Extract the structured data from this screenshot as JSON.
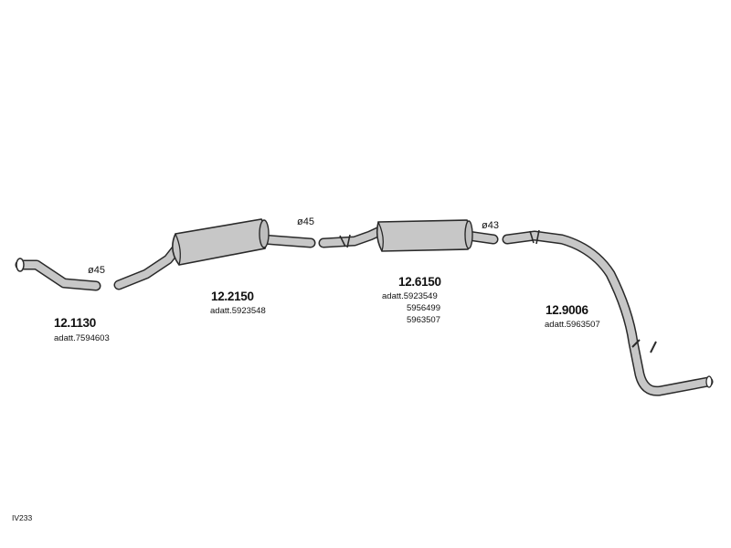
{
  "colors": {
    "part_fill": "#c7c7c7",
    "outline": "#2a2a2a",
    "text": "#111111"
  },
  "parts": [
    {
      "code": "12.1130",
      "notes": [
        "adatt.7594603"
      ],
      "pipe_diameter": "ø45"
    },
    {
      "code": "12.2150",
      "notes": [
        "adatt.5923548"
      ],
      "pipe_diameter": "ø45"
    },
    {
      "code": "12.6150",
      "notes": [
        "adatt.5923549",
        "5956499",
        "5963507"
      ],
      "pipe_diameter": "ø43"
    },
    {
      "code": "12.9006",
      "notes": [
        "adatt.5963507"
      ]
    }
  ],
  "drawing_ref": "IV233"
}
